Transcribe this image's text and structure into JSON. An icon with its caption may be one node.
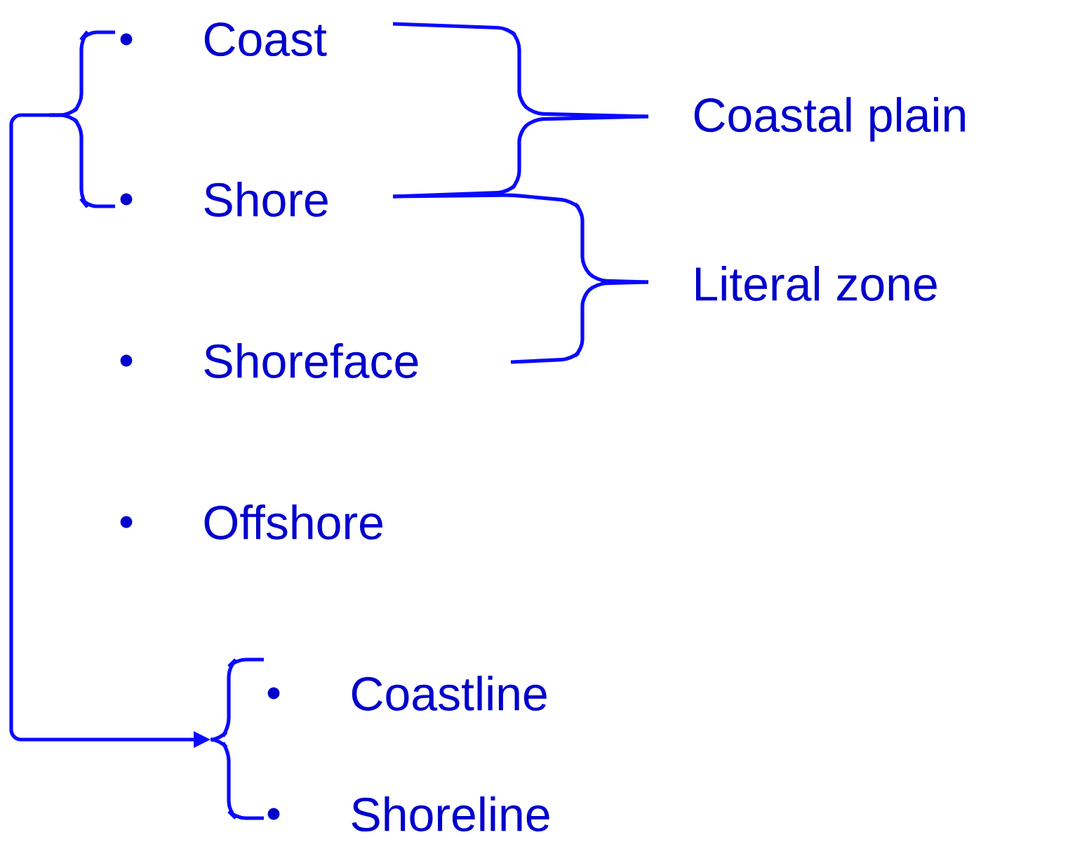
{
  "diagram": {
    "nodes": [
      {
        "text": [
          "Coast"
        ]
      },
      {
        "text": [
          "Shore"
        ]
      },
      {
        "text": [
          "Shoreface"
        ]
      },
      {
        "text": [
          "Offshore"
        ]
      },
      {
        "text": [
          "Coastline"
        ]
      },
      {
        "text": [
          "Shoreline"
        ]
      },
      {
        "text": [
          "Coastal plain"
        ]
      },
      {
        "text": [
          "Literal zone"
        ]
      },
      {
        "text": [],
        "shape": "bracket"
      }
    ],
    "edges": [
      {
        "from": 0,
        "to": 6,
        "arrow": "none"
      },
      {
        "from": 1,
        "to": 6,
        "arrow": "none"
      },
      {
        "from": 1,
        "to": 7,
        "arrow": "none"
      },
      {
        "from": 2,
        "to": 7,
        "arrow": "none"
      },
      {
        "from": 0,
        "to": 8,
        "arrow": "to"
      },
      {
        "from": 1,
        "to": 8,
        "arrow": "to"
      }
    ]
  }
}
